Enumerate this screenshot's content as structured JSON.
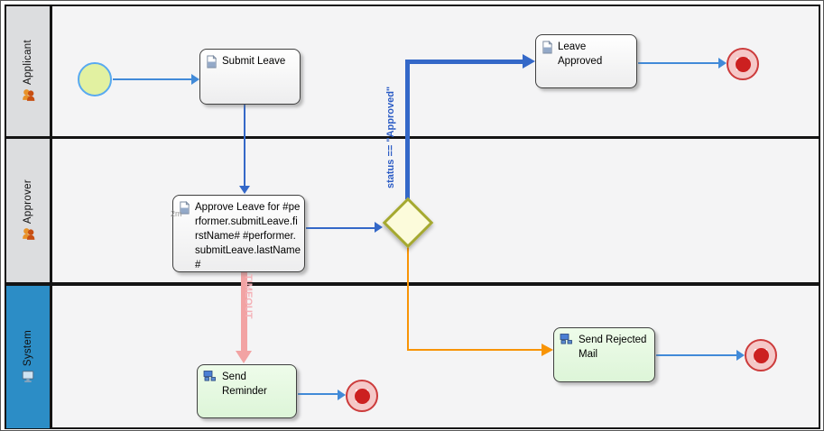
{
  "lanes": [
    {
      "label": "Applicant",
      "icon": "people-icon"
    },
    {
      "label": "Approver",
      "icon": "people-icon"
    },
    {
      "label": "System",
      "icon": "computer-icon"
    }
  ],
  "nodes": {
    "start_event": {
      "type": "start-event"
    },
    "submit_leave": {
      "label": "Submit Leave",
      "icon": "document-icon"
    },
    "leave_approved": {
      "label": "Leave Approved",
      "icon": "document-icon"
    },
    "approve_leave": {
      "label": "Approve Leave for #performer.submitLeave.firstName# #performer.submitLeave.lastName#",
      "icon": "document-icon",
      "timer_badge": "2m"
    },
    "decision_gateway": {
      "type": "exclusive-gateway"
    },
    "send_reminder": {
      "label": "Send Reminder",
      "icon": "network-icon"
    },
    "send_rejected_mail": {
      "label": "Send Rejected Mail",
      "icon": "network-icon"
    },
    "end_event_approved": {
      "type": "end-event"
    },
    "end_event_reminder": {
      "type": "end-event"
    },
    "end_event_rejected": {
      "type": "end-event"
    }
  },
  "edge_labels": {
    "approved_condition": "status == \"Approved\"",
    "timeout": "TIMEOUT"
  },
  "colors": {
    "flow_blue": "#418ad8",
    "flow_blue_bold": "#3468c8",
    "flow_orange": "#f89406",
    "flow_timeout_pink": "#f2a3a3",
    "gateway_fill": "#fcfbdb",
    "gateway_border": "#a5a930",
    "start_event_fill": "#e2f1a1",
    "start_event_border": "#58a9f0",
    "end_event_red": "#cc2020",
    "system_lane_blue": "#2c8dc6",
    "lane_header_gray": "#dcdddf",
    "task_green_fill": "#e3f8df"
  }
}
